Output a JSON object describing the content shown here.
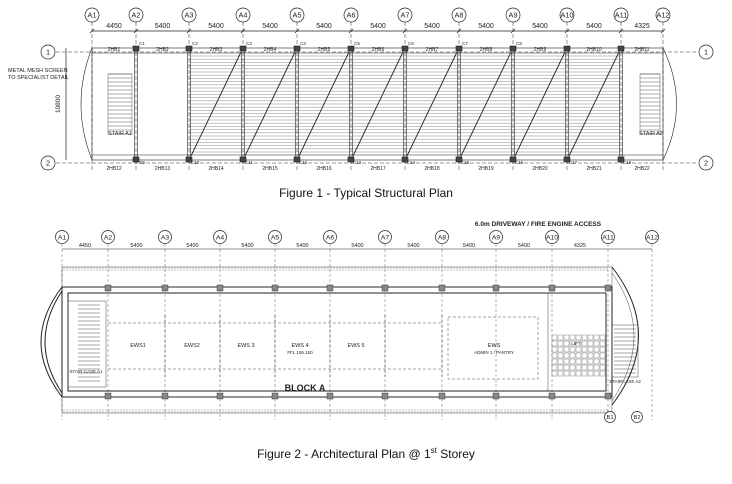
{
  "figure1": {
    "caption": "Figure 1 - Typical Structural Plan",
    "grid_columns": [
      "A1",
      "A2",
      "A3",
      "A4",
      "A5",
      "A6",
      "A7",
      "A8",
      "A9",
      "A10",
      "A11",
      "A12"
    ],
    "grid_rows": [
      "1",
      "2"
    ],
    "dimensions": [
      "4450",
      "5400",
      "5400",
      "5400",
      "5400",
      "5400",
      "5400",
      "5400",
      "5400",
      "5400",
      "4325"
    ],
    "height_dim": "10800",
    "top_beams": [
      "2HB1",
      "2HB2",
      "2HB3",
      "2HB4",
      "2HB5",
      "2HB6",
      "2HB7",
      "2HB8",
      "2HB9",
      "2HB10",
      "2HB11"
    ],
    "bottom_beams": [
      "2HB12",
      "2HB13",
      "2HB14",
      "2HB15",
      "2HB16",
      "2HB17",
      "2HB18",
      "2HB19",
      "2HB20",
      "2HB21",
      "2HB22"
    ],
    "columns_top": [
      "C1",
      "C2",
      "C3",
      "C4",
      "C5",
      "C6",
      "C7",
      "C8"
    ],
    "columns_bottom": [
      "C9",
      "C10",
      "C11",
      "C12",
      "C13",
      "C14",
      "C15",
      "C16",
      "C17",
      "C18"
    ],
    "left_notes": [
      "METAL MESH SCREEN",
      "TO SPECIALIST DETAIL"
    ],
    "stair_left": "STAIR A1",
    "stair_right": "STAIR A2"
  },
  "figure2": {
    "caption_main": "Figure 2 - Architectural Plan @ 1",
    "caption_sup": "st",
    "caption_tail": " Storey",
    "driveway_label": "6.0m DRIVEWAY / FIRE ENGINE ACCESS",
    "grid_columns": [
      "A1",
      "A2",
      "A3",
      "A4",
      "A5",
      "A6",
      "A7",
      "A8",
      "A9",
      "A10",
      "A11",
      "A12"
    ],
    "dimensions": [
      "4450",
      "5400",
      "5400",
      "5400",
      "5400",
      "5400",
      "5400",
      "5400",
      "5400",
      "4325"
    ],
    "rooms": [
      {
        "label": "EWS1"
      },
      {
        "label": "EWS2"
      },
      {
        "label": "EWS 3"
      },
      {
        "label": "EWS 4",
        "sub": "FFL 106.150"
      },
      {
        "label": "EWS 5"
      },
      {
        "label": "EWS",
        "sub": "ADMIN 1 / PANTRY"
      }
    ],
    "block_label": "BLOCK A",
    "stair_left": "STAIR CASE A1",
    "stair_right": "STAIRCASE A2",
    "lift_label": "LIFT",
    "bottom_markers": [
      "B1",
      "B2"
    ],
    "colors": {
      "line": "#222222",
      "hatch": "#555555"
    }
  }
}
